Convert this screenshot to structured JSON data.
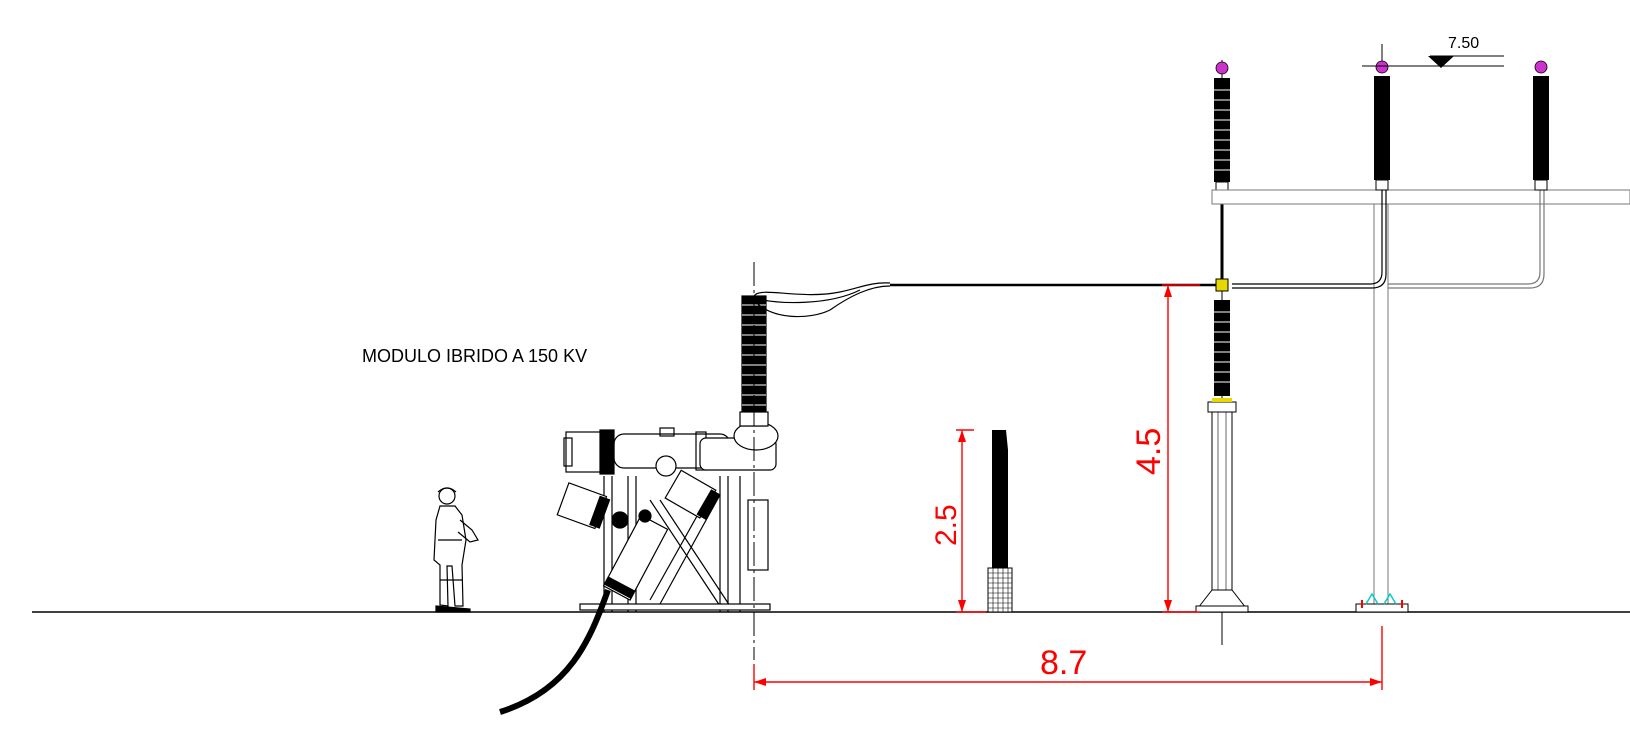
{
  "labels": {
    "module_title": "MODULO IBRIDO A 150 KV",
    "elevation_mark": "7.50"
  },
  "dimensions": {
    "horizontal_span": "8.7",
    "conductor_height": "4.5",
    "fence_height": "2.5"
  },
  "colors": {
    "dimension": "#ff0000",
    "line": "#000000",
    "terminal": "#cc33cc",
    "clamp": "#e6d800",
    "base_anchor": "#00cccc",
    "frame": "#777777"
  }
}
